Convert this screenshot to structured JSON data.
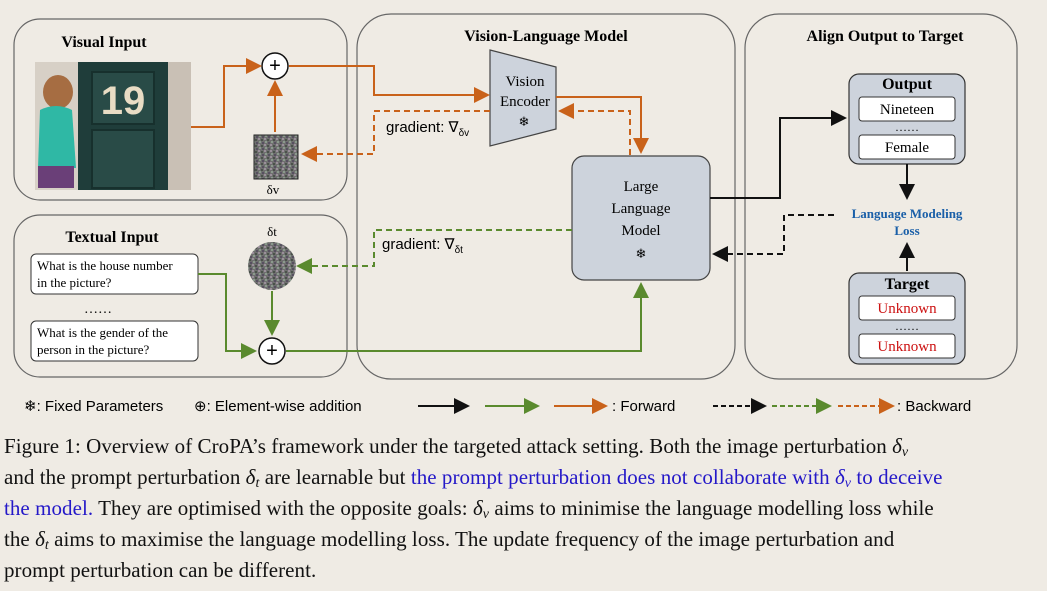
{
  "panels": {
    "visual_input": "Visual Input",
    "textual_input": "Textual Input",
    "vlm": "Vision-Language Model",
    "align": "Align Output to Target"
  },
  "image": {
    "house_number": "19"
  },
  "labels": {
    "delta_v": "δv",
    "delta_t": "δt",
    "gradient_v_prefix": "gradient: ∇",
    "gradient_v_sub": "δv",
    "gradient_t_prefix": "gradient: ∇",
    "gradient_t_sub": "δt",
    "plus": "+"
  },
  "prompts": {
    "p1_line1": "What is the house number",
    "p1_line2": "in the picture?",
    "ellipsis": "……",
    "p2_line1": "What is the gender of the",
    "p2_line2": "person in the picture?"
  },
  "encoder": {
    "line1": "Vision",
    "line2": "Encoder",
    "icon": "❄"
  },
  "llm": {
    "line1": "Large",
    "line2": "Language",
    "line3": "Model",
    "icon": "❄"
  },
  "output": {
    "title": "Output",
    "item1": "Nineteen",
    "dots": "……",
    "item2": "Female"
  },
  "loss": {
    "line1": "Language Modeling",
    "line2": "Loss"
  },
  "target": {
    "title": "Target",
    "item1": "Unknown",
    "dots": "……",
    "item2": "Unknown"
  },
  "legend": {
    "fixed": "❄: Fixed Parameters",
    "addition": "⊕: Element-wise addition",
    "forward": ": Forward",
    "backward": ": Backward"
  },
  "caption": {
    "c1": "Figure 1:  Overview of CroPA’s framework under the targeted attack setting. Both the image perturbation ",
    "dv1": "δ",
    "dv1s": "v",
    "c2": "and the prompt perturbation ",
    "dt1": "δ",
    "dt1s": "t",
    "c3": " are learnable but ",
    "blue1": "the prompt perturbation does not collaborate with ",
    "dv2": "δ",
    "dv2s": "v",
    "blue2": " to deceive",
    "blue3": "the model.",
    "c4": " They are optimised with the opposite goals: ",
    "dv3": "δ",
    "dv3s": "v",
    "c5": " aims to minimise the language modelling loss while",
    "c6": "the ",
    "dt2": "δ",
    "dt2s": "t",
    "c7": " aims to maximise the language modelling loss.  The update frequency of the image perturbation and",
    "c8": "prompt perturbation can be different."
  },
  "colors": {
    "orange": "#c9621a",
    "green": "#5a8a2e",
    "black": "#111111",
    "box_fill": "#cdd3dc",
    "target_red": "#cc1111",
    "loss_blue": "#1a5fa8",
    "caption_blue": "#2418c8"
  }
}
